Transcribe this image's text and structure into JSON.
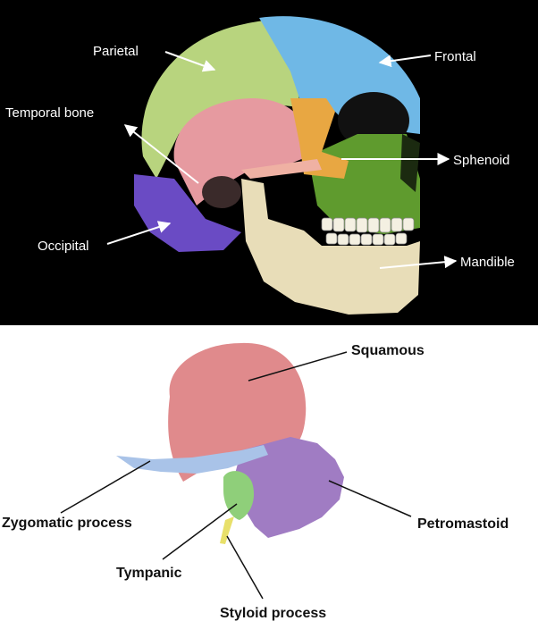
{
  "skull_labels": {
    "parietal": "Parietal",
    "frontal": "Frontal",
    "temporal": "Temporal bone",
    "sphenoid": "Sphenoid",
    "occipital": "Occipital",
    "mandible": "Mandible"
  },
  "temporal_labels": {
    "squamous": "Squamous",
    "zygomatic": "Zygomatic process",
    "petromastoid": "Petromastoid",
    "tympanic": "Tympanic",
    "styloid": "Styloid process"
  },
  "colors": {
    "parietal": "#b8d47e",
    "frontal": "#6fb8e6",
    "temporal": "#e69aa0",
    "sphenoid": "#e8a742",
    "occipital": "#6a4bc4",
    "mandible": "#e8ddb8",
    "maxilla": "#5f9b2e",
    "squamous": "#e08a8c",
    "zygomatic": "#a9c3e8",
    "petromastoid": "#a07cc3",
    "tympanic": "#8fcf7a",
    "styloid": "#e8e06a"
  }
}
